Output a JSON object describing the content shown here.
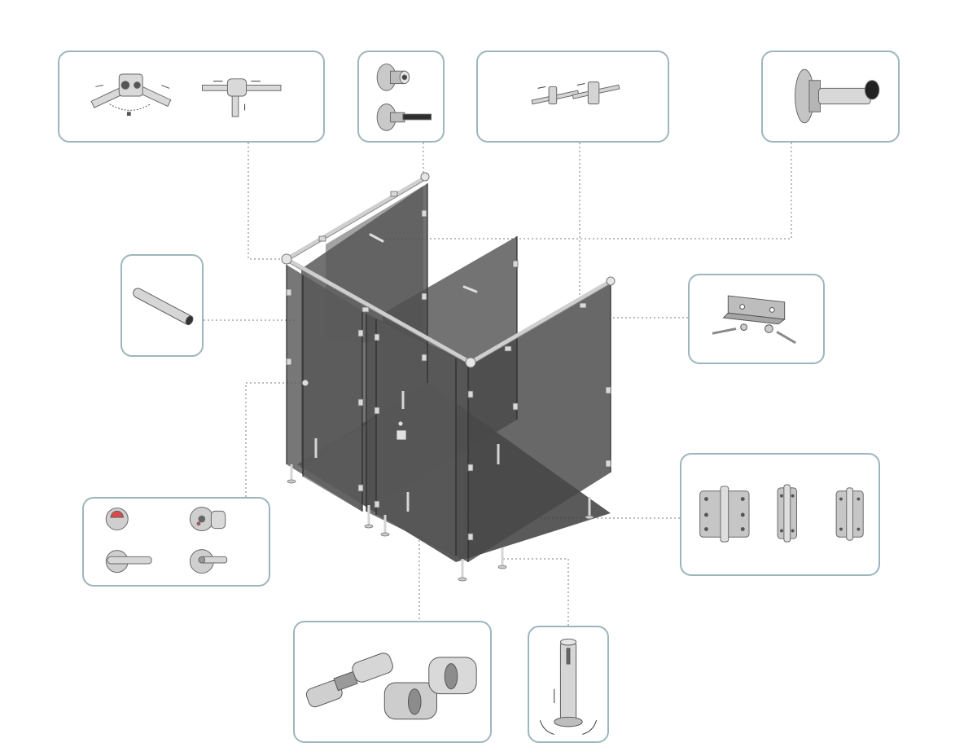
{
  "colors": {
    "callout_border": "#9db6bd",
    "leader_line": "#7a7a7a",
    "panel_fill": "#4a4a4a",
    "metal_light": "#e6e6e6",
    "metal_dark": "#777777",
    "floor": "#3d3d3d"
  },
  "callouts": [
    {
      "id": "rail-connectors",
      "icon": "rail-connector-icon"
    },
    {
      "id": "wall-flange",
      "icon": "wall-flange-icon"
    },
    {
      "id": "rail-clamps",
      "icon": "rail-clamp-icon"
    },
    {
      "id": "wall-mount-post",
      "icon": "wall-mount-post-icon"
    },
    {
      "id": "tube-rail",
      "icon": "tube-rail-icon"
    },
    {
      "id": "angle-bracket",
      "icon": "angle-bracket-icon"
    },
    {
      "id": "indicator-locks",
      "icon": "indicator-lock-icon"
    },
    {
      "id": "door-hinges",
      "icon": "door-hinge-icon"
    },
    {
      "id": "door-knobs",
      "icon": "door-knob-icon"
    },
    {
      "id": "adjustable-leg",
      "icon": "adjustable-leg-icon"
    }
  ]
}
